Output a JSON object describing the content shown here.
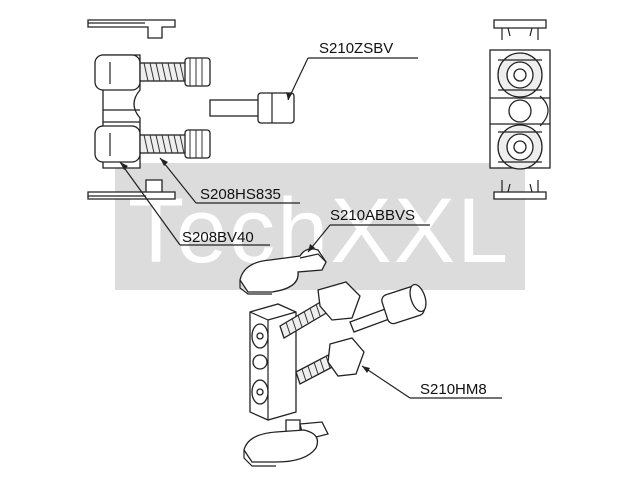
{
  "watermark": "TechXXL",
  "labels": {
    "s210zsbv": "S210ZSBV",
    "s208hs835": "S208HS835",
    "s208bv40": "S208BV40",
    "s210abbvs": "S210ABBVS",
    "s210hm8": "S210HM8"
  },
  "colors": {
    "watermark_box": "#dcdcdc",
    "line": "#222222"
  }
}
